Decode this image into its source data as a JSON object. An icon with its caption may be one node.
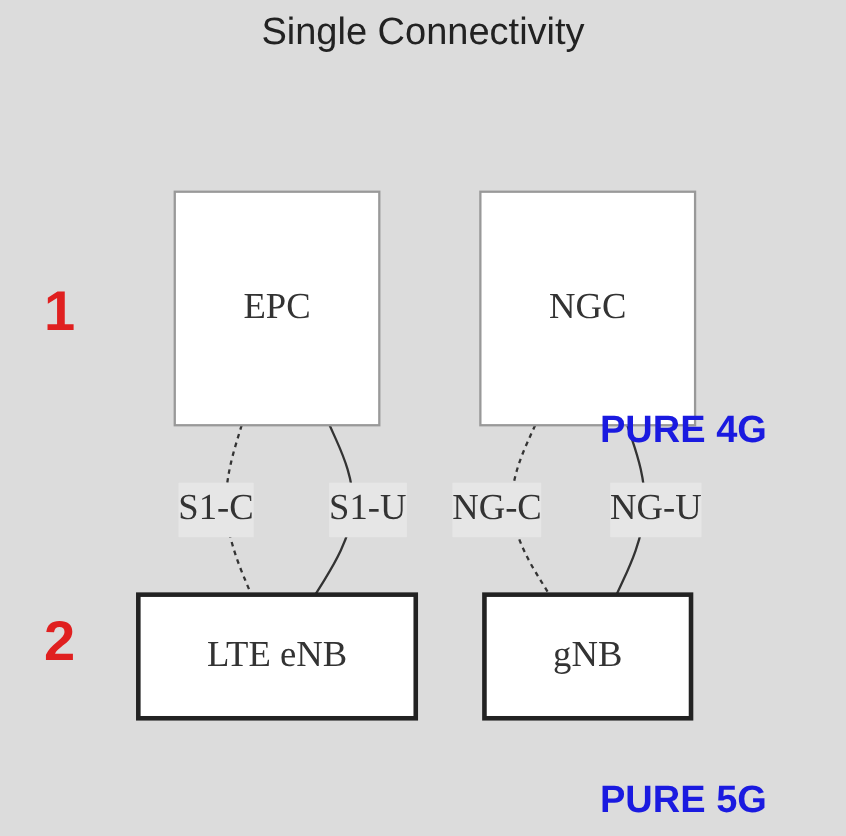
{
  "diagram": {
    "title": "Single Connectivity",
    "nodes": [
      {
        "text": [
          "EPC"
        ]
      },
      {
        "text": [
          "LTE eNB"
        ]
      },
      {
        "text": [
          "NGC"
        ]
      },
      {
        "text": [
          "gNB"
        ]
      }
    ],
    "edges": [
      {
        "from": 0,
        "to": 1,
        "arrow": "none",
        "label": "S1-C",
        "style": "dashed"
      },
      {
        "from": 0,
        "to": 1,
        "arrow": "none",
        "label": "S1-U"
      },
      {
        "from": 2,
        "to": 3,
        "arrow": "none",
        "label": "NG-C",
        "style": "dashed"
      },
      {
        "from": 2,
        "to": 3,
        "arrow": "none",
        "label": "NG-U"
      }
    ],
    "labels": [
      "1",
      "PURE 4G",
      "2",
      "PURE 5G"
    ]
  }
}
